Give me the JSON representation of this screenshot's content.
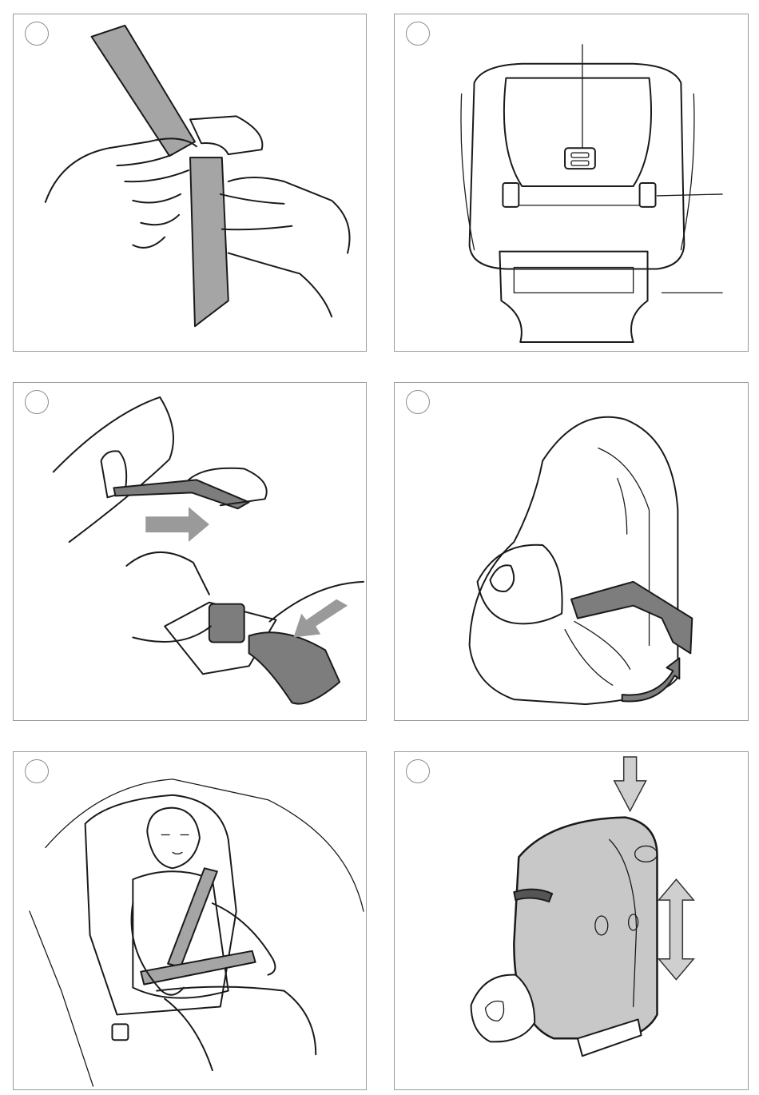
{
  "page": {
    "panels": [
      {
        "id": "step-1",
        "illustration": "belt-threading-through-guide",
        "step_label": ""
      },
      {
        "id": "step-2",
        "illustration": "seat-rear-view-with-adjusters",
        "step_label": ""
      },
      {
        "id": "step-3",
        "illustration": "strap-pull-and-clip-insert",
        "step_label": ""
      },
      {
        "id": "step-4",
        "illustration": "seat-tilt-with-base-rotation",
        "step_label": ""
      },
      {
        "id": "step-5",
        "illustration": "child-seated-with-belt",
        "step_label": ""
      },
      {
        "id": "step-6",
        "illustration": "headrest-height-adjustment",
        "step_label": ""
      }
    ],
    "colors": {
      "border": "#9a9a9a",
      "line": "#1a1a1a",
      "belt": "#a5a5a5",
      "arrow": "#9a9a9a",
      "highlight_seat": "#c8c8c8"
    }
  }
}
